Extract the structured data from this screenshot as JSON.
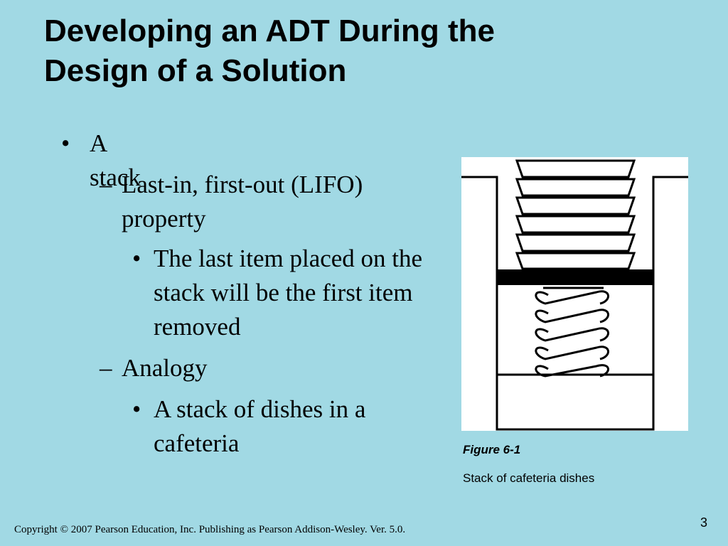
{
  "slide": {
    "title_line1": "Developing an ADT During the",
    "title_line2": "Design of a Solution",
    "bullets": [
      {
        "marker": "•",
        "text": "A stack"
      },
      {
        "marker": "–",
        "text": "Last-in, first-out (LIFO) property"
      },
      {
        "marker": "•",
        "text": "The last item placed on the stack will be the first item removed"
      },
      {
        "marker": "–",
        "text": "Analogy"
      },
      {
        "marker": "•",
        "text": "A stack of dishes in a cafeteria"
      }
    ],
    "figure": {
      "label": "Figure 6-1",
      "caption": "Stack of cafeteria dishes"
    },
    "page_number": "3",
    "footer": "Copyright © 2007 Pearson Education, Inc. Publishing as Pearson Addison-Wesley. Ver. 5.0."
  },
  "colors": {
    "background": "#a1d9e4",
    "text": "#000000",
    "figure_background": "#ffffff"
  }
}
